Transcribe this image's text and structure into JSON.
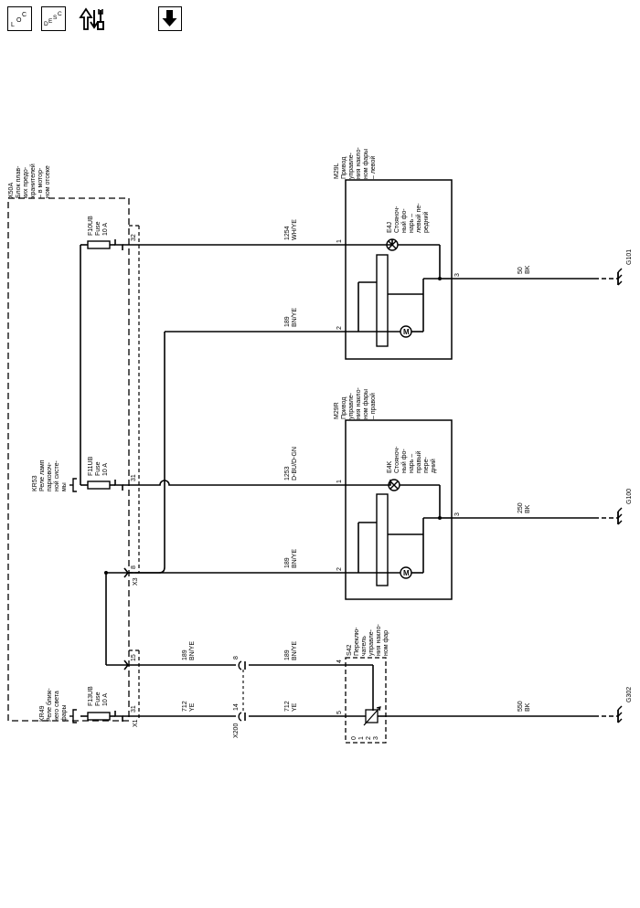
{
  "toolbar": {
    "loc_button": {
      "chars": [
        "L",
        "O",
        "C"
      ]
    },
    "desc_button": {
      "chars": [
        "D",
        "E",
        "S",
        "C"
      ]
    },
    "service_icon": "wrench-arrows-icon",
    "download_icon": "down-arrow-icon"
  },
  "colors": {
    "line": "#000000",
    "background": "#ffffff"
  },
  "x50a": {
    "id": "X50A",
    "desc": [
      "Блок плав-",
      "ких предо-",
      "хранителей",
      "– в мотор-",
      "ном отсеке"
    ]
  },
  "fuses": {
    "f10ub": [
      "F10UB",
      "Fuse",
      "10 A"
    ],
    "f11ub": [
      "F11UB",
      "Fuse",
      "10 A"
    ],
    "f13ub": [
      "F13UB",
      "Fuse",
      "10 A"
    ]
  },
  "relays": {
    "kr53": [
      "KR53",
      "Реле ламп",
      "парковоч-",
      "ной систе-",
      "мы"
    ],
    "kr49": [
      "KR49",
      "Реле ближ-",
      "него света",
      "фары"
    ]
  },
  "pins": {
    "p32": "32",
    "p31a": "31",
    "p8": "8",
    "p15": "15",
    "p31b": "31",
    "x3": "X3",
    "x1": "X1",
    "x200": "X200",
    "x200_8": "8",
    "x200_14": "14",
    "m29l_1": "1",
    "m29l_2": "2",
    "m29l_3": "3",
    "m29r_1": "1",
    "m29r_2": "2",
    "m29r_3": "3",
    "s42_4": "4",
    "s42_5": "5"
  },
  "wires": {
    "w1254": [
      "1254",
      "WH/YE"
    ],
    "w189_top": [
      "189",
      "BN/YE"
    ],
    "w1253": [
      "1253",
      "D-BU/D-GN"
    ],
    "w189_mid": [
      "189",
      "BN/YE"
    ],
    "w189_left": [
      "189",
      "BN/YE"
    ],
    "w189_right": [
      "189",
      "BN/YE"
    ],
    "w712_left": [
      "712",
      "YE"
    ],
    "w712_right": [
      "712",
      "YE"
    ],
    "w50": [
      "50",
      "BK"
    ],
    "w250": [
      "250",
      "BK"
    ],
    "w550": [
      "550",
      "BK"
    ]
  },
  "m29l": {
    "id": "M29L",
    "desc": [
      "Привод",
      "управле-",
      "ния накло-",
      "ном фары",
      "– левой"
    ],
    "lamp": [
      "E4J",
      "Стояноч-",
      "ный фо-",
      "нарь –",
      "левый пе-",
      "редний"
    ]
  },
  "m29r": {
    "id": "M29R",
    "desc": [
      "Привод",
      "управле-",
      "ния накло-",
      "ном фары",
      "– правой"
    ],
    "lamp": [
      "E4K",
      "Стояноч-",
      "ный фо-",
      "нарь –",
      "правый",
      "пере-",
      "дний"
    ]
  },
  "s42": {
    "id": "S42",
    "desc": [
      "Переклю-",
      "чатель",
      "управле-",
      "ния накло-",
      "ном фар"
    ],
    "positions": [
      "0",
      "1",
      "2",
      "3"
    ]
  },
  "grounds": {
    "g101": "G101",
    "g100": "G100",
    "g302": "G302"
  },
  "motor": "M"
}
